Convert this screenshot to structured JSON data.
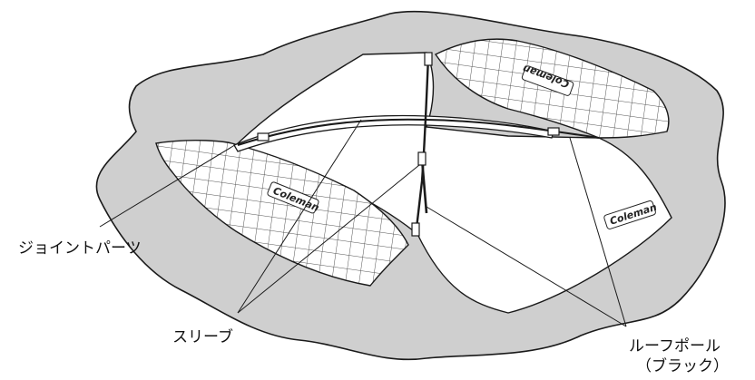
{
  "labels": {
    "joint_parts": "ジョイントパーツ",
    "sleeve": "スリーブ",
    "roof_pole_line1": "ルーフポール",
    "roof_pole_line2": "（ブラック）"
  },
  "brand_logo_text": "Coleman",
  "colors": {
    "fabric_gray": "#cfcfcf",
    "outline": "#1a1a1a",
    "mesh_grid": "#555555",
    "background": "#ffffff"
  }
}
